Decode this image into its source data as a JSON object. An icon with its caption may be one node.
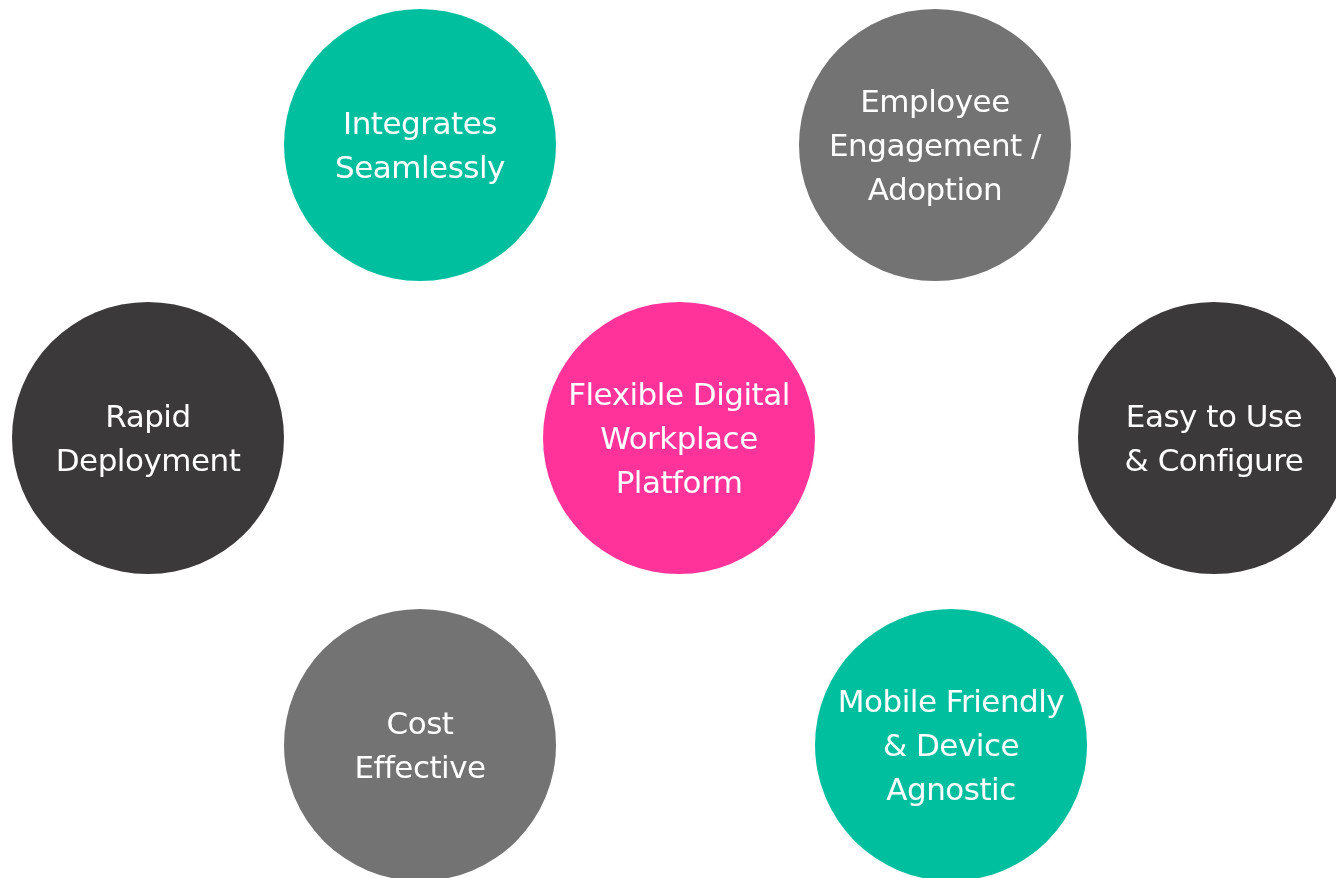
{
  "diagram": {
    "nodes": [
      {
        "text": [
          "Integrates Seamlessly"
        ]
      },
      {
        "text": [
          "Employee Engagement / Adoption"
        ]
      },
      {
        "text": [
          "Rapid Deployment"
        ]
      },
      {
        "text": [
          "Flexible Digital Workplace Platform"
        ]
      },
      {
        "text": [
          "Easy to Use & Configure"
        ]
      },
      {
        "text": [
          "Cost Effective"
        ]
      },
      {
        "text": [
          "Mobile Friendly & Device Agnostic"
        ]
      }
    ]
  }
}
